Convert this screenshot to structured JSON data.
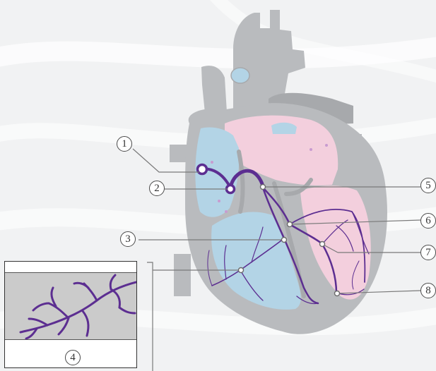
{
  "colors": {
    "background": "#f1f2f3",
    "heart_gray": "#b9bbbe",
    "heart_dark_gray": "#a7a9ac",
    "right_side_blue": "#b3d4e6",
    "left_side_pink": "#f3cfdd",
    "conduction_purple": "#5c2e91",
    "inset_band": "#cbcbcb"
  },
  "labels": [
    {
      "id": "1",
      "text": "1",
      "structure": "sinoatrial-node"
    },
    {
      "id": "2",
      "text": "2",
      "structure": "atrioventricular-node"
    },
    {
      "id": "3",
      "text": "3",
      "structure": "right-bundle-branch"
    },
    {
      "id": "4",
      "text": "4",
      "structure": "purkinje-fibers-inset"
    },
    {
      "id": "5",
      "text": "5",
      "structure": "bundle-of-his"
    },
    {
      "id": "6",
      "text": "6",
      "structure": "left-bundle-branch"
    },
    {
      "id": "7",
      "text": "7",
      "structure": "left-posterior-fascicle"
    },
    {
      "id": "8",
      "text": "8",
      "structure": "purkinje-fibers"
    }
  ]
}
